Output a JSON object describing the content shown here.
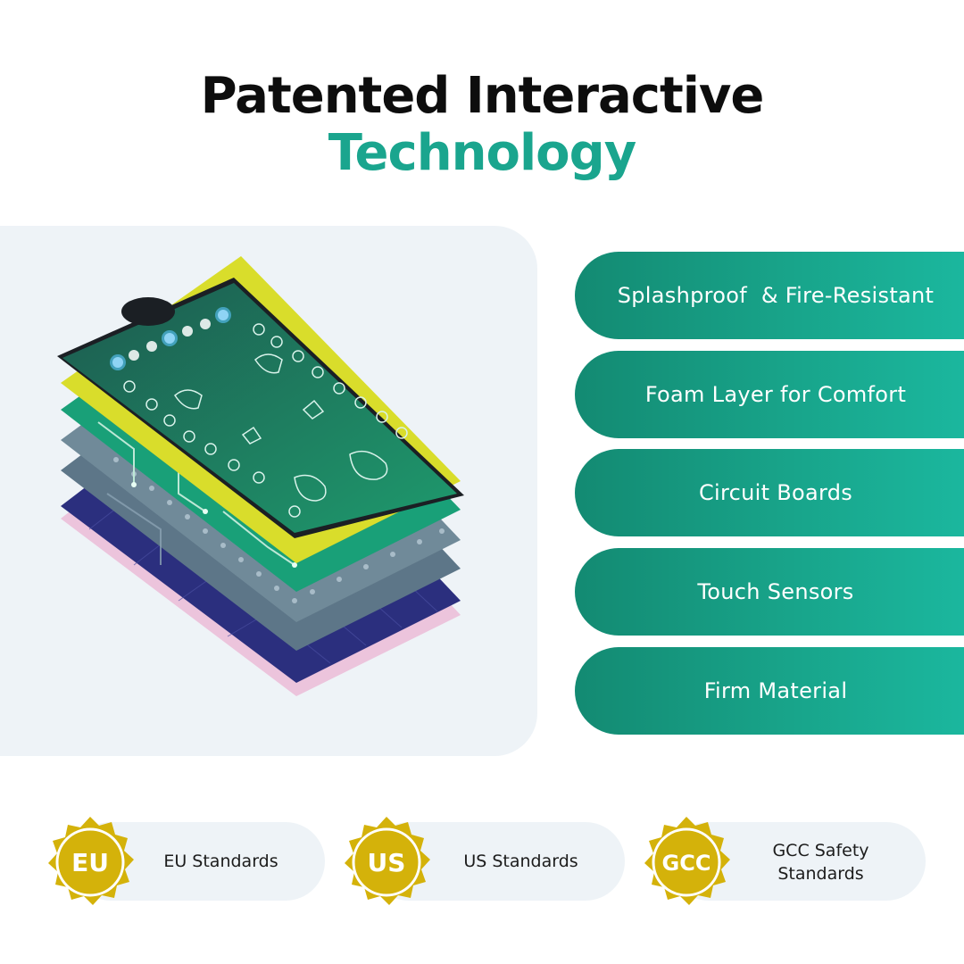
{
  "title": {
    "line1": "Patented Interactive",
    "line2": "Technology"
  },
  "colors": {
    "accent": "#1aa58e",
    "feature_dark": "#138a72",
    "feature_light": "#1bb79e",
    "seal_gold": "#d4b20a",
    "panel_bg": "#eef3f7"
  },
  "features": [
    "Splashproof  & Fire-Resistant",
    "Foam Layer for Comfort",
    "Circuit Boards",
    "Touch Sensors",
    "Firm Material"
  ],
  "badges": [
    {
      "code": "EU",
      "label": "EU Standards"
    },
    {
      "code": "US",
      "label": "US Standards"
    },
    {
      "code": "GCC",
      "label_line1": "GCC Safety",
      "label_line2": "Standards"
    }
  ]
}
